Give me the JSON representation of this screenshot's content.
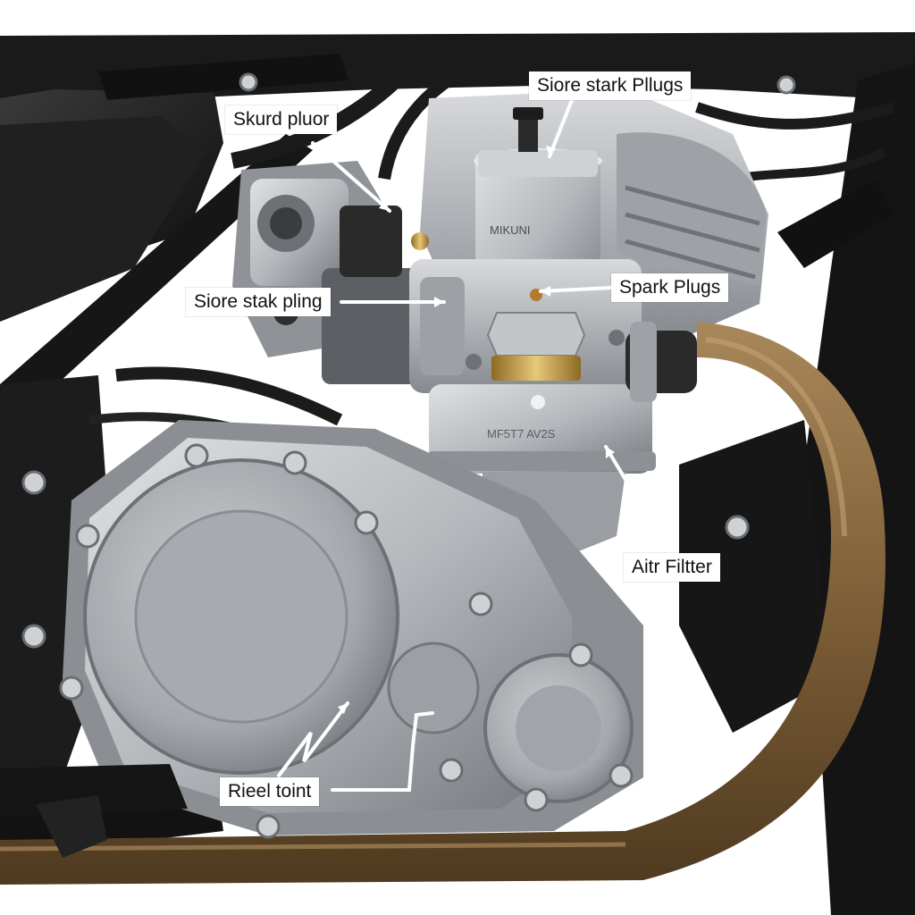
{
  "labels": {
    "skurd_pluor": "Skurd pluor",
    "siore_stark_plugs": "Siore stark Pllugs",
    "siore_stak_pling": "Siore stak pling",
    "spark_plugs": "Spark Plugs",
    "aitr_filter": "Aitr Filtter",
    "rieel_toint": "Rieel toint"
  },
  "markings": {
    "carb_top": "MIKUNI",
    "carb_body": "MF5T7 AV2S"
  },
  "colors": {
    "frame": "#141414",
    "aluminum": "#b9bcbf",
    "aluminum_dark": "#7d8186",
    "exhaust": "#8a6a3e",
    "brass": "#c9a24a",
    "hose": "#1b1b1b"
  }
}
